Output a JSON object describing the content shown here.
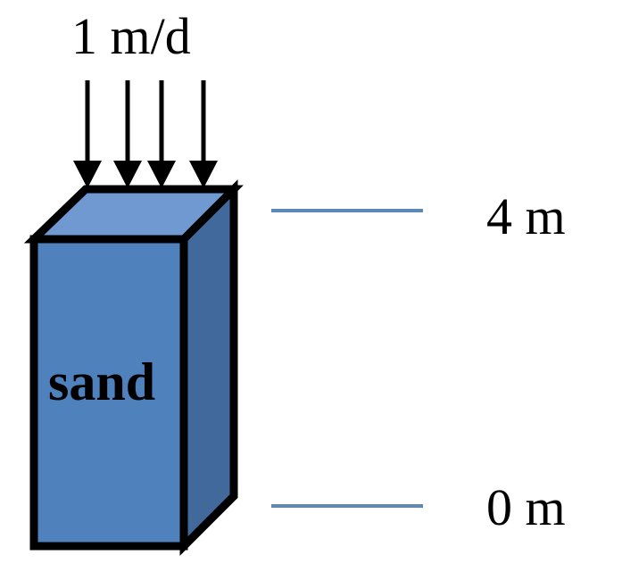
{
  "flux_label": "1 m/d",
  "material_label": "sand",
  "levels": {
    "top": "4 m",
    "bottom": "0 m"
  },
  "colors": {
    "front_face": "#4f81bd",
    "top_face": "#7099d2",
    "side_face": "#41699b",
    "outline": "#000000",
    "level_line": "#5b88b8",
    "arrow": "#000000"
  },
  "arrow_count": 4
}
